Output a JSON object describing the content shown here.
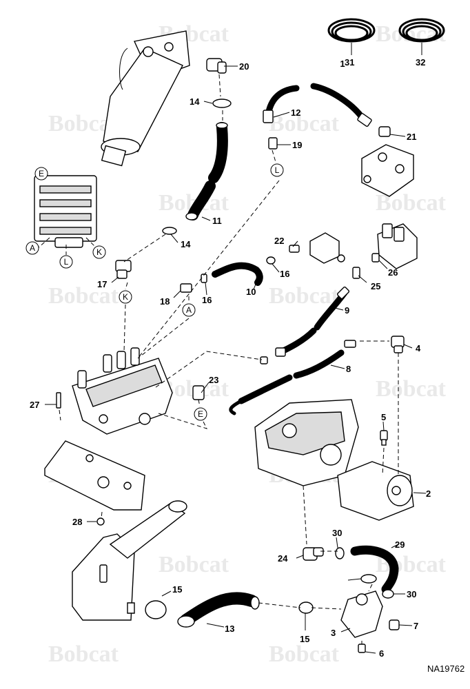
{
  "figure_id": "NA19762",
  "watermark": "Bobcat",
  "callouts": [
    "1",
    "2",
    "3",
    "4",
    "5",
    "6",
    "7",
    "8",
    "9",
    "10",
    "11",
    "12",
    "13",
    "14",
    "15",
    "16",
    "17",
    "18",
    "19",
    "20",
    "21",
    "22",
    "23",
    "24",
    "25",
    "26",
    "27",
    "28",
    "29",
    "30",
    "31",
    "32"
  ],
  "connectors": [
    "A",
    "E",
    "K",
    "L"
  ]
}
